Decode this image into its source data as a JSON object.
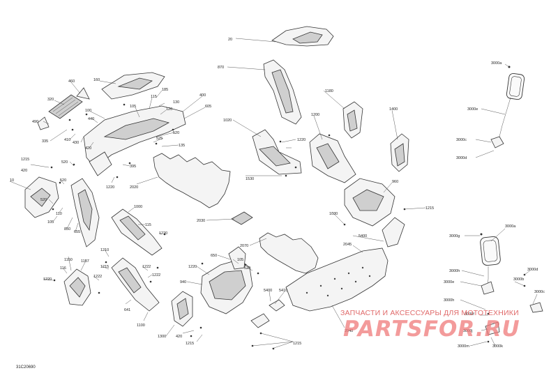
{
  "drawing_id": "31C20690",
  "watermark": {
    "text": "ЗАПЧАСТИ И АКСЕССУАРЫ ДЛЯ МОТОТЕХНИКИ",
    "logo": "PARTSFOR.RU"
  },
  "callouts": [
    {
      "id": "20",
      "label": "20"
    },
    {
      "id": "870",
      "label": "870"
    },
    {
      "id": "460",
      "label": "460"
    },
    {
      "id": "160",
      "label": "160"
    },
    {
      "id": "320",
      "label": "320"
    },
    {
      "id": "100",
      "label": "100"
    },
    {
      "id": "105a",
      "label": "105"
    },
    {
      "id": "115a",
      "label": "115"
    },
    {
      "id": "185",
      "label": "185"
    },
    {
      "id": "130",
      "label": "130"
    },
    {
      "id": "120",
      "label": "120"
    },
    {
      "id": "400",
      "label": "400"
    },
    {
      "id": "605",
      "label": "605"
    },
    {
      "id": "490",
      "label": "490"
    },
    {
      "id": "440",
      "label": "440"
    },
    {
      "id": "335",
      "label": "335"
    },
    {
      "id": "410",
      "label": "410"
    },
    {
      "id": "430",
      "label": "430"
    },
    {
      "id": "420a",
      "label": "420"
    },
    {
      "id": "520a",
      "label": "520"
    },
    {
      "id": "525",
      "label": "525"
    },
    {
      "id": "135",
      "label": "135"
    },
    {
      "id": "1180",
      "label": "1180"
    },
    {
      "id": "1020",
      "label": "1020"
    },
    {
      "id": "1200",
      "label": "1200"
    },
    {
      "id": "1400",
      "label": "1400"
    },
    {
      "id": "1220a",
      "label": "1220"
    },
    {
      "id": "1215a",
      "label": "1215"
    },
    {
      "id": "420b",
      "label": "420"
    },
    {
      "id": "520b",
      "label": "520"
    },
    {
      "id": "395",
      "label": "395"
    },
    {
      "id": "1220b",
      "label": "1220"
    },
    {
      "id": "2020",
      "label": "2020"
    },
    {
      "id": "1530",
      "label": "1530"
    },
    {
      "id": "960",
      "label": "960"
    },
    {
      "id": "10",
      "label": "10"
    },
    {
      "id": "520c",
      "label": "520"
    },
    {
      "id": "520d",
      "label": "520"
    },
    {
      "id": "110",
      "label": "110"
    },
    {
      "id": "105b",
      "label": "105"
    },
    {
      "id": "850",
      "label": "850"
    },
    {
      "id": "655",
      "label": "655"
    },
    {
      "id": "1000",
      "label": "1000"
    },
    {
      "id": "115b",
      "label": "115"
    },
    {
      "id": "1220c",
      "label": "1220"
    },
    {
      "id": "2030",
      "label": "2030"
    },
    {
      "id": "1030",
      "label": "1030"
    },
    {
      "id": "1215b",
      "label": "1215"
    },
    {
      "id": "5400a",
      "label": "5400"
    },
    {
      "id": "2045",
      "label": "2045"
    },
    {
      "id": "2070",
      "label": "2070"
    },
    {
      "id": "1150",
      "label": "1150"
    },
    {
      "id": "116",
      "label": "116"
    },
    {
      "id": "1157",
      "label": "1157"
    },
    {
      "id": "1210",
      "label": "1210"
    },
    {
      "id": "1215c",
      "label": "1215"
    },
    {
      "id": "1222a",
      "label": "1222"
    },
    {
      "id": "1220d",
      "label": "1220"
    },
    {
      "id": "1222b",
      "label": "1222"
    },
    {
      "id": "1222c",
      "label": "1222"
    },
    {
      "id": "641",
      "label": "641"
    },
    {
      "id": "1100",
      "label": "1100"
    },
    {
      "id": "650",
      "label": "650"
    },
    {
      "id": "105c",
      "label": "105"
    },
    {
      "id": "520e",
      "label": "520"
    },
    {
      "id": "1220e",
      "label": "1220"
    },
    {
      "id": "940",
      "label": "940"
    },
    {
      "id": "5400b",
      "label": "5400"
    },
    {
      "id": "5410",
      "label": "5410"
    },
    {
      "id": "2040",
      "label": "2040"
    },
    {
      "id": "1300",
      "label": "1300"
    },
    {
      "id": "420c",
      "label": "420"
    },
    {
      "id": "1215d",
      "label": "1215"
    },
    {
      "id": "1215e",
      "label": "1215"
    },
    {
      "id": "3000a_top",
      "label": "3000a"
    },
    {
      "id": "3000e_top",
      "label": "3000e"
    },
    {
      "id": "3000c_top",
      "label": "3000c"
    },
    {
      "id": "3000d_top",
      "label": "3000d"
    },
    {
      "id": "3000g",
      "label": "3000g"
    },
    {
      "id": "3000a_bot",
      "label": "3000a"
    },
    {
      "id": "3000h1",
      "label": "3000h"
    },
    {
      "id": "3000e_bot",
      "label": "3000e"
    },
    {
      "id": "3000b",
      "label": "3000b"
    },
    {
      "id": "3000d_bot",
      "label": "3000d"
    },
    {
      "id": "3000c_bot",
      "label": "3000c"
    },
    {
      "id": "3000h2",
      "label": "3000h"
    },
    {
      "id": "3000f",
      "label": "3000f"
    },
    {
      "id": "3000j",
      "label": "3000j"
    },
    {
      "id": "3000m",
      "label": "3000m"
    },
    {
      "id": "3000k",
      "label": "3000k"
    }
  ]
}
